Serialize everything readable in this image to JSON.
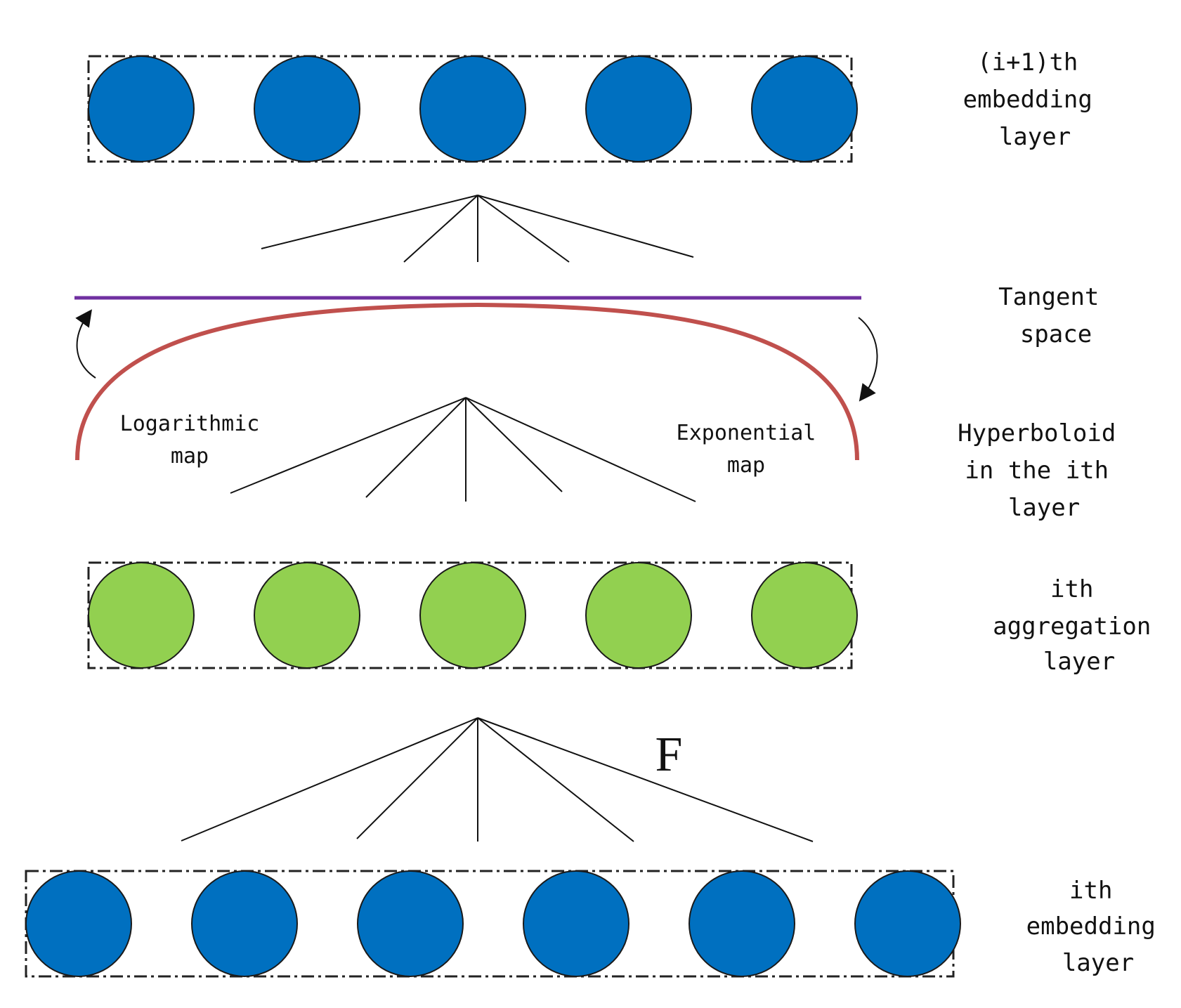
{
  "colors": {
    "embedding_node": "#0070c0",
    "aggregation_node": "#92d050",
    "tangent_line": "#7030a0",
    "hyperboloid_curve": "#c0504d"
  },
  "labels": {
    "top_embedding": [
      "(i+1)th",
      "embedding",
      "layer"
    ],
    "tangent_space": [
      "Tangent",
      "space"
    ],
    "hyperboloid": [
      "Hyperboloid",
      "in the ith",
      "layer"
    ],
    "aggregation": [
      "ith",
      "aggregation",
      "layer"
    ],
    "bottom_embedding": [
      "ith",
      "embedding",
      "layer"
    ],
    "log_map": [
      "Logarithmic",
      "map"
    ],
    "exp_map": [
      "Exponential",
      "map"
    ],
    "function": "F"
  },
  "layers": {
    "top_embedding_nodes": 5,
    "aggregation_nodes": 5,
    "bottom_embedding_nodes": 6
  }
}
